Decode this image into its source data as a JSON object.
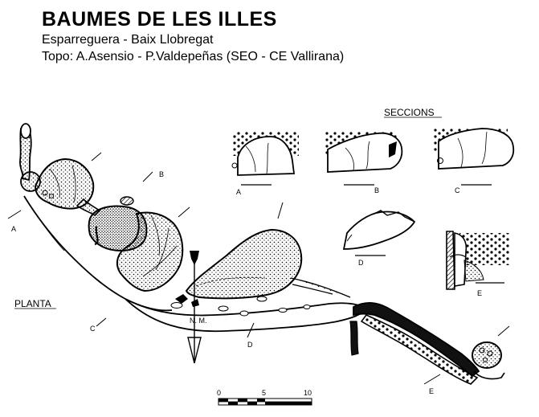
{
  "title": "BAUMES DE LES ILLES",
  "location": "Esparreguera - Baix Llobregat",
  "survey": "Topo: A.Asensio - P.Valdepeñas (SEO - CE Vallirana)",
  "labels": {
    "seccions": "SECCIONS",
    "planta": "PLANTA",
    "north": "N. M.",
    "plan_A": "A",
    "plan_B": "B",
    "plan_C": "C",
    "plan_D": "D",
    "plan_E": "E",
    "sec_A": "A",
    "sec_B": "B",
    "sec_C": "C",
    "sec_D": "D",
    "sec_E": "E"
  },
  "scale": {
    "ticks": [
      "0",
      "5",
      "10"
    ]
  }
}
